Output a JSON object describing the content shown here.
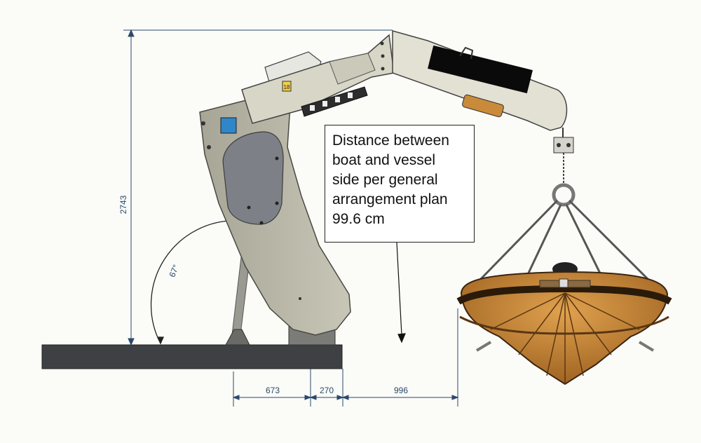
{
  "diagram": {
    "callout_lines": [
      "Distance between",
      "boat and vessel",
      "side per general",
      "arrangement plan",
      "99.6 cm"
    ],
    "dimensions": {
      "height": "2743",
      "angle": "67°",
      "base_left": "673",
      "base_mid": "270",
      "outreach": "996"
    },
    "crane_plate_marking": "18",
    "colors": {
      "crane_body": "#b9b7a7",
      "crane_arm": "#e3e1d3",
      "boat_hull": "#c7822e",
      "deck": "#3f4043",
      "dimension_lines": "#2b4a6a",
      "redaction": "#0a0a0a",
      "blue_window": "#2f86c8"
    }
  }
}
